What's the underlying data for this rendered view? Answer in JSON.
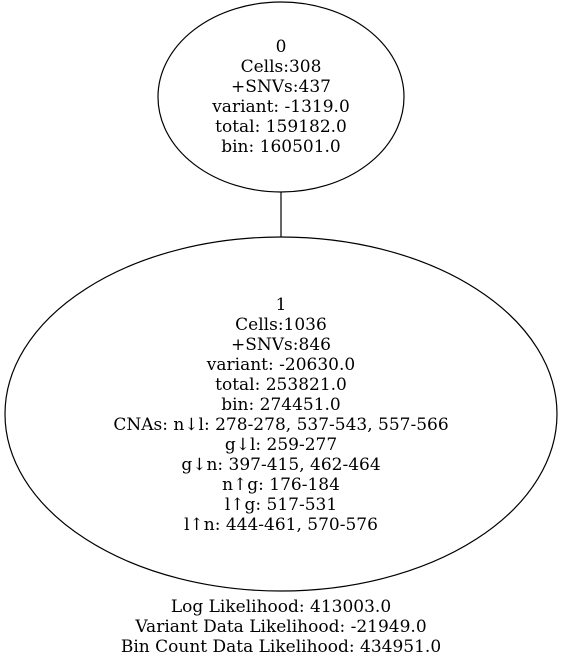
{
  "nodes": [
    {
      "id": "0",
      "lines": [
        "0",
        "Cells:308",
        "+SNVs:437",
        "variant: -1319.0",
        "total: 159182.0",
        "bin: 160501.0"
      ]
    },
    {
      "id": "1",
      "lines": [
        "1",
        "Cells:1036",
        "+SNVs:846",
        "variant: -20630.0",
        "total: 253821.0",
        "bin: 274451.0",
        "CNAs: n↓l: 278-278, 537-543, 557-566",
        "g↓l: 259-277",
        "g↓n: 397-415, 462-464",
        "n↑g: 176-184",
        "l↑g: 517-531",
        "l↑n: 444-461, 570-576"
      ]
    }
  ],
  "edges": [
    {
      "from": "0",
      "to": "1"
    }
  ],
  "footer": {
    "log_likelihood": "Log Likelihood: 413003.0",
    "variant_likelihood": "Variant Data Likelihood: -21949.0",
    "bin_count_likelihood": "Bin Count Data Likelihood: 434951.0"
  },
  "colors": {
    "stroke": "#000000",
    "fill": "#ffffff",
    "text": "#000000"
  }
}
